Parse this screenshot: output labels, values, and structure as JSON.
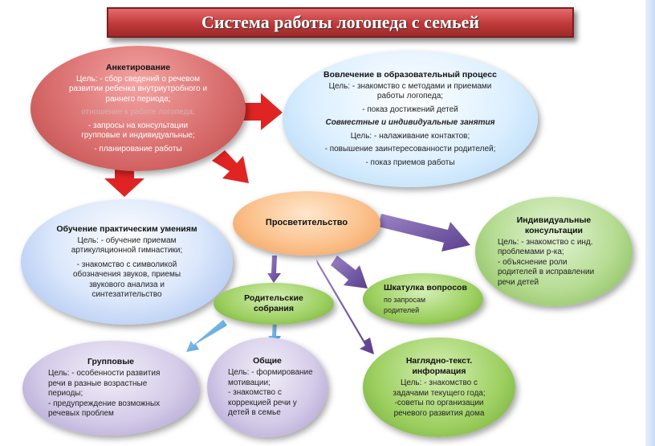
{
  "title": "Система работы логопеда с семьей",
  "colors": {
    "red": "#d63a3a",
    "blue": "#5b8ed6",
    "purple": "#7a5aa6",
    "green": "#6ea83b"
  },
  "ank": {
    "title": "Анкетирование",
    "l1": "Цель: - сбор сведений о речевом",
    "l2": "развитии ребенка внутриутробного и",
    "l3": "раннего периода;",
    "l4": "отношение к работе логопеда;",
    "l5": "- запросы на консультации",
    "l6": "групповые и индивидуальные;",
    "l7": "- планирование работы"
  },
  "vov": {
    "title": "Вовлечение в образовательный процесс",
    "l1": "Цель: - знакомство с методами и приемами",
    "l2": "работы логопеда;",
    "l3": "- показ достижений детей",
    "sub": "Совместные и индивидуальные занятия",
    "l4": "Цель: - налаживание контактов;",
    "l5": "- повышение заинтересованности родителей;",
    "l6": "- показ приемов работы"
  },
  "obu": {
    "title": "Обучение практическим умениям",
    "l1": "Цель:  - обучение приемам",
    "l2": "артикуляционной гимнастики;",
    "l3": "- знакомство с символикой",
    "l4": "обозначения звуков, приемы",
    "l5": "звукового анализа и",
    "l6": "синтезатительство"
  },
  "pros": {
    "title": "Просветительство"
  },
  "ind": {
    "title1": "Индивидуальные",
    "title2": "консультации",
    "l1": "Цель:  - знакомство с инд.",
    "l2": "проблемами р-ка;",
    "l3": "- объяснение роли",
    "l4": "родителей в исправлении",
    "l5": "речи детей"
  },
  "rod": {
    "title1": "Родительские",
    "title2": "собрания"
  },
  "shk": {
    "title": "Шкатулка вопросов",
    "l1": "по запросам",
    "l2": "родителей"
  },
  "nag": {
    "title1": "Наглядно-текст.",
    "title2": "информация",
    "l1": "Цель: - знакомство с",
    "l2": "задачами текущего года;",
    "l3": "-советы по организации",
    "l4": "речевого развития дома"
  },
  "grp": {
    "title": "Групповые",
    "l1": "Цель:  -  особенности развития",
    "l2": "речи  в  разные  возрастные",
    "l3": "периоды;",
    "l4": "- предупреждение возможных",
    "l5": "речевых проблем"
  },
  "obs": {
    "title": "Общие",
    "l1": "Цель: - формирование",
    "l2": "мотивации;",
    "l3": "- знакомство с",
    "l4": "коррекцией речи у",
    "l5": "детей в семье"
  }
}
